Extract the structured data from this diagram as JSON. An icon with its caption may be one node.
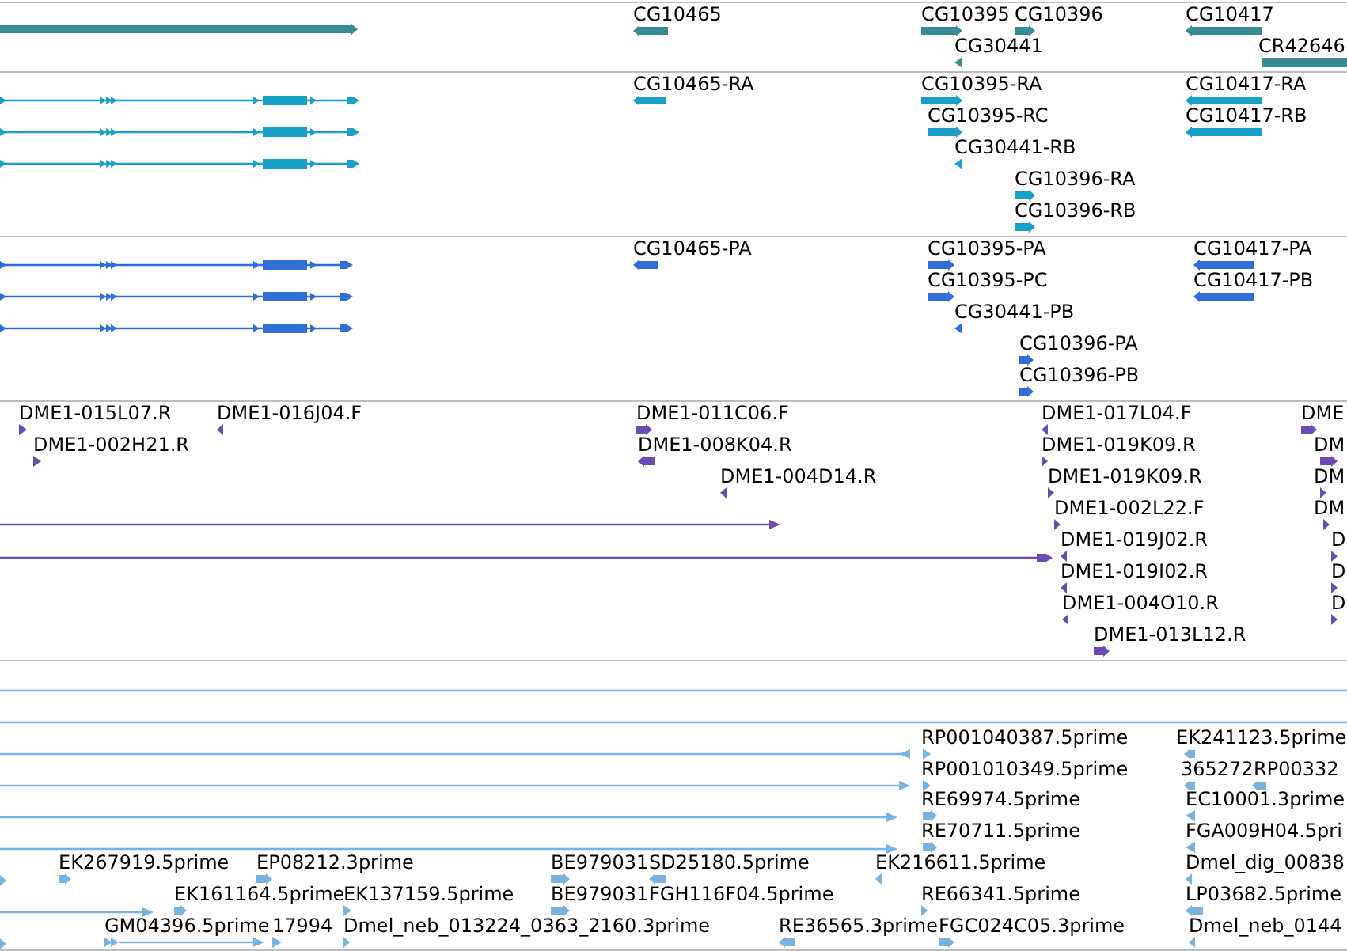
{
  "diagram": {
    "labels": [
      "CG10465",
      "CG10395",
      "CG10396",
      "CG10417",
      "CG30441",
      "CR42646",
      "CG10465-RA",
      "CG10395-RA",
      "CG10417-RA",
      "CG10395-RC",
      "CG10417-RB",
      "CG30441-RB",
      "CG10396-RA",
      "CG10396-RB",
      "CG10465-PA",
      "CG10395-PA",
      "CG10417-PA",
      "CG10395-PC",
      "CG10417-PB",
      "CG30441-PB",
      "CG10396-PA",
      "CG10396-PB",
      "DME1-015L07.R",
      "DME1-016J04.F",
      "DME1-011C06.F",
      "DME1-017L04.F",
      "DME",
      "DME1-002H21.R",
      "DME1-008K04.R",
      "DME1-019K09.R",
      "DM",
      "DME1-004D14.R",
      "DME1-019K09.R",
      "DM",
      "DME1-002L22.F",
      "DM",
      "DME1-019J02.R",
      "D",
      "DME1-019I02.R",
      "D",
      "DME1-004O10.R",
      "D",
      "DME1-013L12.R",
      "RP001040387.5prime",
      "EK241123.5prime",
      "RP001010349.5prime",
      "365272",
      "RP00332",
      "RE69974.5prime",
      "EC10001.3prime",
      "RE70711.5prime",
      "FGA009H04.5pri",
      "EK267919.5prime",
      "EP08212.3prime",
      "BE979031",
      "SD25180.5prime",
      "EK216611.5prime",
      "Dmel_dig_00838",
      "EK161164.5prime",
      "EK137159.5prime",
      "BE979031",
      "FGH116F04.5prime",
      "RE66341.5prime",
      "LP03682.5prime",
      "GM04396.5prime",
      "17994",
      "Dmel_neb_013224_0363_2160.3prime",
      "RE36565.3prime",
      "FGC024C05.3prime",
      "Dmel_neb_0144"
    ]
  }
}
